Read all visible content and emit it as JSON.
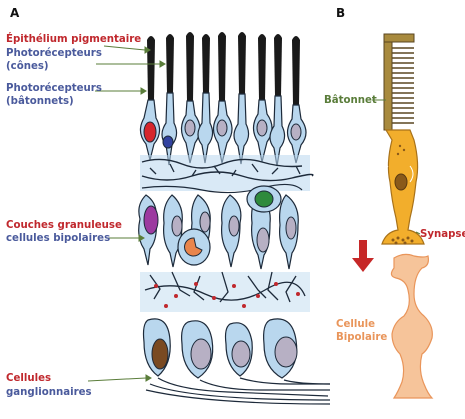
{
  "panels": {
    "a": "A",
    "b": "B"
  },
  "left_labels": {
    "epithelium": "Épithélium pigmentaire",
    "cones_1": "Photorécepteurs",
    "cones_2": "(cônes)",
    "rods_1": "Photorécepteurs",
    "rods_2": "(bâtonnets)",
    "bipolar_1": "Couches granuleuse",
    "bipolar_2": "cellules bipolaires",
    "ganglion_1": "Cellules",
    "ganglion_2": "ganglionnaires"
  },
  "right_labels": {
    "rod": "Bâtonnet",
    "synapse": "Synapse",
    "bipolar_1": "Cellule",
    "bipolar_2": "Bipolaire"
  },
  "colors": {
    "red_label": "#c0282d",
    "blue_label": "#4a5a9c",
    "green_label": "#5a7d3a",
    "orange_label": "#e9955a",
    "cell_fill": "#b9d7ee",
    "nucleus": "#b7b0c4",
    "rod_body": "#f2ae2c",
    "rod_outer": "#a88a3e",
    "bipolar_fill": "#f6c49a",
    "arrow": "#c62828"
  }
}
